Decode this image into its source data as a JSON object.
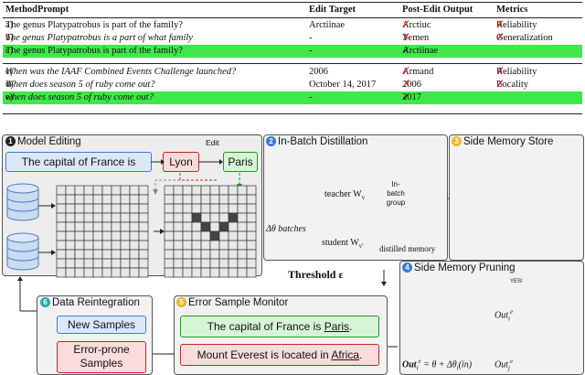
{
  "table": {
    "headers": [
      "MethodPrompt",
      "Edit Target",
      "Post-Edit Output",
      "Metrics"
    ],
    "rows": [
      {
        "prompt_prefix": "a) ",
        "prompt": "The genus Platypatrobus is part of the family?",
        "target": "Arctiinae",
        "output": "Arctiuc",
        "output_mark": "✗",
        "metric": "Reliability",
        "metric_mark": "✗",
        "italic": false,
        "highlight": false
      },
      {
        "prompt_prefix": "b) ",
        "prompt": "The genus Platypatrobus is a part of what family",
        "target": "-",
        "output": "Yemen",
        "output_mark": "✗",
        "metric": "Generalization",
        "metric_mark": "✗",
        "italic": true,
        "highlight": false
      },
      {
        "prompt_prefix": "c) ",
        "prompt": "The genus Platypatrobus is part of the family?",
        "target": "-",
        "output": "Arctiinae",
        "output_mark": "✓",
        "metric": "",
        "metric_mark": "",
        "italic": false,
        "highlight": true
      },
      {
        "prompt_prefix": "c) ",
        "prompt": "When was the IAAF Combined Events Challenge launched?",
        "target": "2006",
        "output": "Armand",
        "output_mark": "✗",
        "metric": "Reliability",
        "metric_mark": "✗",
        "italic": true,
        "highlight": false
      },
      {
        "prompt_prefix": "d) ",
        "prompt": "When does season 5 of ruby come out?",
        "target": "October 14, 2017",
        "output": "2006",
        "output_mark": "✗",
        "metric": "Locality",
        "metric_mark": "✗",
        "italic": true,
        "highlight": false
      },
      {
        "prompt_prefix": "e)",
        "prompt": "when does season 5 of ruby come out?",
        "target": "-",
        "output": "2017",
        "output_mark": "✓",
        "metric": "",
        "metric_mark": "",
        "italic": true,
        "highlight": true
      }
    ]
  },
  "panels": {
    "model_editing": {
      "num": "1",
      "title": "Model Editing",
      "prompt": "The capital of France is",
      "from": "Lyon",
      "edit_label": "Edit",
      "to": "Paris"
    },
    "distillation": {
      "num": "2",
      "title": "In-Batch Distillation",
      "batches_label": "Δθ batches",
      "teacher": "teacher W",
      "teacher_sub": "v",
      "student": "student W",
      "student_sub": "v′",
      "group": "In-\nbatch\ngroup",
      "memory": "distilled memory",
      "delta": "Δθ"
    },
    "side_memory": {
      "num": "3",
      "title": "Side Memory Store"
    },
    "pruning": {
      "num": "4",
      "title": "Side Memory Pruning",
      "threshold": "Threshold ε",
      "formula": "Out",
      "formula_rest": " = θ + Δθ",
      "formula_end": "(in)",
      "yes": "YES!",
      "out_i": "Out",
      "out_j": "Out"
    },
    "monitor": {
      "num": "5",
      "title": "Error Sample Monitor",
      "s1_prefix": "The capital of France is ",
      "s1_link": "Paris",
      "s1_suffix": ".",
      "s2_prefix": "Mount Everest is located in ",
      "s2_link": "Africa",
      "s2_suffix": "."
    },
    "reintegration": {
      "num": "6",
      "title": "Data Reintegration",
      "new": "New Samples",
      "error": "Error-prone\nSamples"
    }
  },
  "colors": {
    "teal": "#2aa6a6",
    "blue": "#3a7ad8",
    "gold": "#e8b92c",
    "green": "#18c418",
    "red": "#e43030",
    "highlight": "#3ee84a"
  }
}
